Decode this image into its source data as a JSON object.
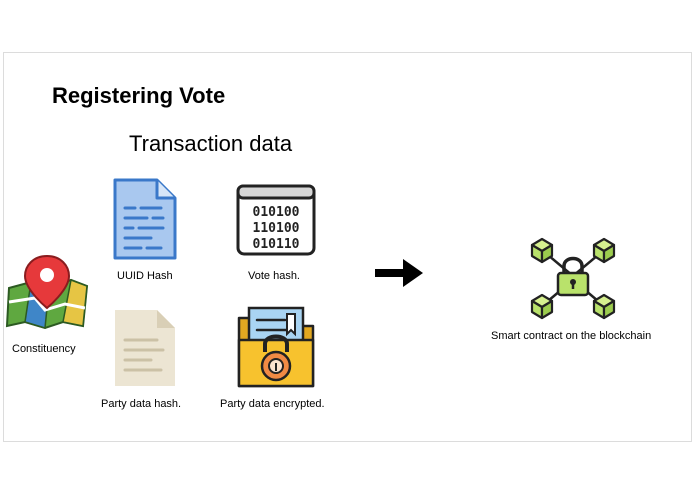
{
  "title": "Registering Vote",
  "subtitle": "Transaction data",
  "nodes": {
    "constituency": {
      "label": "Constituency",
      "icon": "map-pin-icon"
    },
    "uuid_hash": {
      "label": "UUID Hash",
      "icon": "document-icon"
    },
    "vote_hash": {
      "label": "Vote hash.",
      "icon": "binary-code-icon"
    },
    "party_hash": {
      "label": "Party data hash.",
      "icon": "document-icon"
    },
    "party_encrypted": {
      "label": "Party data encrypted.",
      "icon": "locked-folder-icon"
    },
    "smart_contract": {
      "label": "Smart contract on the blockchain",
      "icon": "blockchain-lock-icon"
    }
  },
  "arrow": {
    "icon": "right-arrow-icon"
  },
  "colors": {
    "doc_blue": "#a9c8ef",
    "doc_beige": "#ece5d3",
    "cube_green": "#b9e26b",
    "folder_yellow": "#f7c22e",
    "lock_orange": "#f08a44"
  }
}
